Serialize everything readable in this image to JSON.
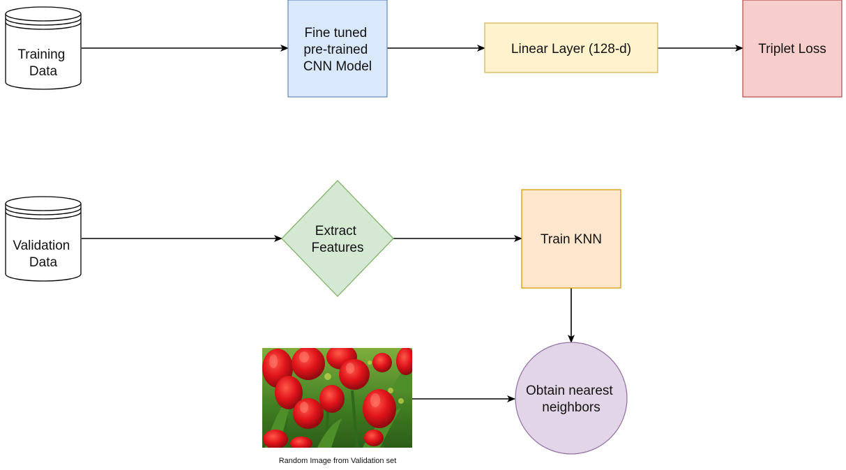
{
  "nodes": {
    "training_data": {
      "lines": [
        "Training",
        "Data"
      ]
    },
    "cnn_model": {
      "lines": [
        "Fine tuned",
        "pre-trained",
        "CNN Model"
      ]
    },
    "linear_layer": {
      "lines": [
        "Linear Layer (128-d)"
      ]
    },
    "triplet_loss": {
      "lines": [
        "Triplet Loss"
      ]
    },
    "validation_data": {
      "lines": [
        "Validation",
        "Data"
      ]
    },
    "extract_features": {
      "lines": [
        "Extract",
        "Features"
      ]
    },
    "train_knn": {
      "lines": [
        "Train KNN"
      ]
    },
    "nearest_neighbors": {
      "lines": [
        "Obtain nearest",
        "neighbors"
      ]
    }
  },
  "image_caption": "Random Image from Validation set",
  "colors": {
    "cnn_fill": "#dae8fc",
    "cnn_stroke": "#6c8ebf",
    "linear_fill": "#fff2cc",
    "linear_stroke": "#d6b656",
    "triplet_fill": "#f8cecc",
    "triplet_stroke": "#b85450",
    "extract_fill": "#d5e8d4",
    "extract_stroke": "#82b366",
    "knn_fill": "#ffe6cc",
    "knn_stroke": "#d79b00",
    "neighbors_fill": "#e1d5e7",
    "neighbors_stroke": "#9673a6",
    "edge": "#000000"
  }
}
